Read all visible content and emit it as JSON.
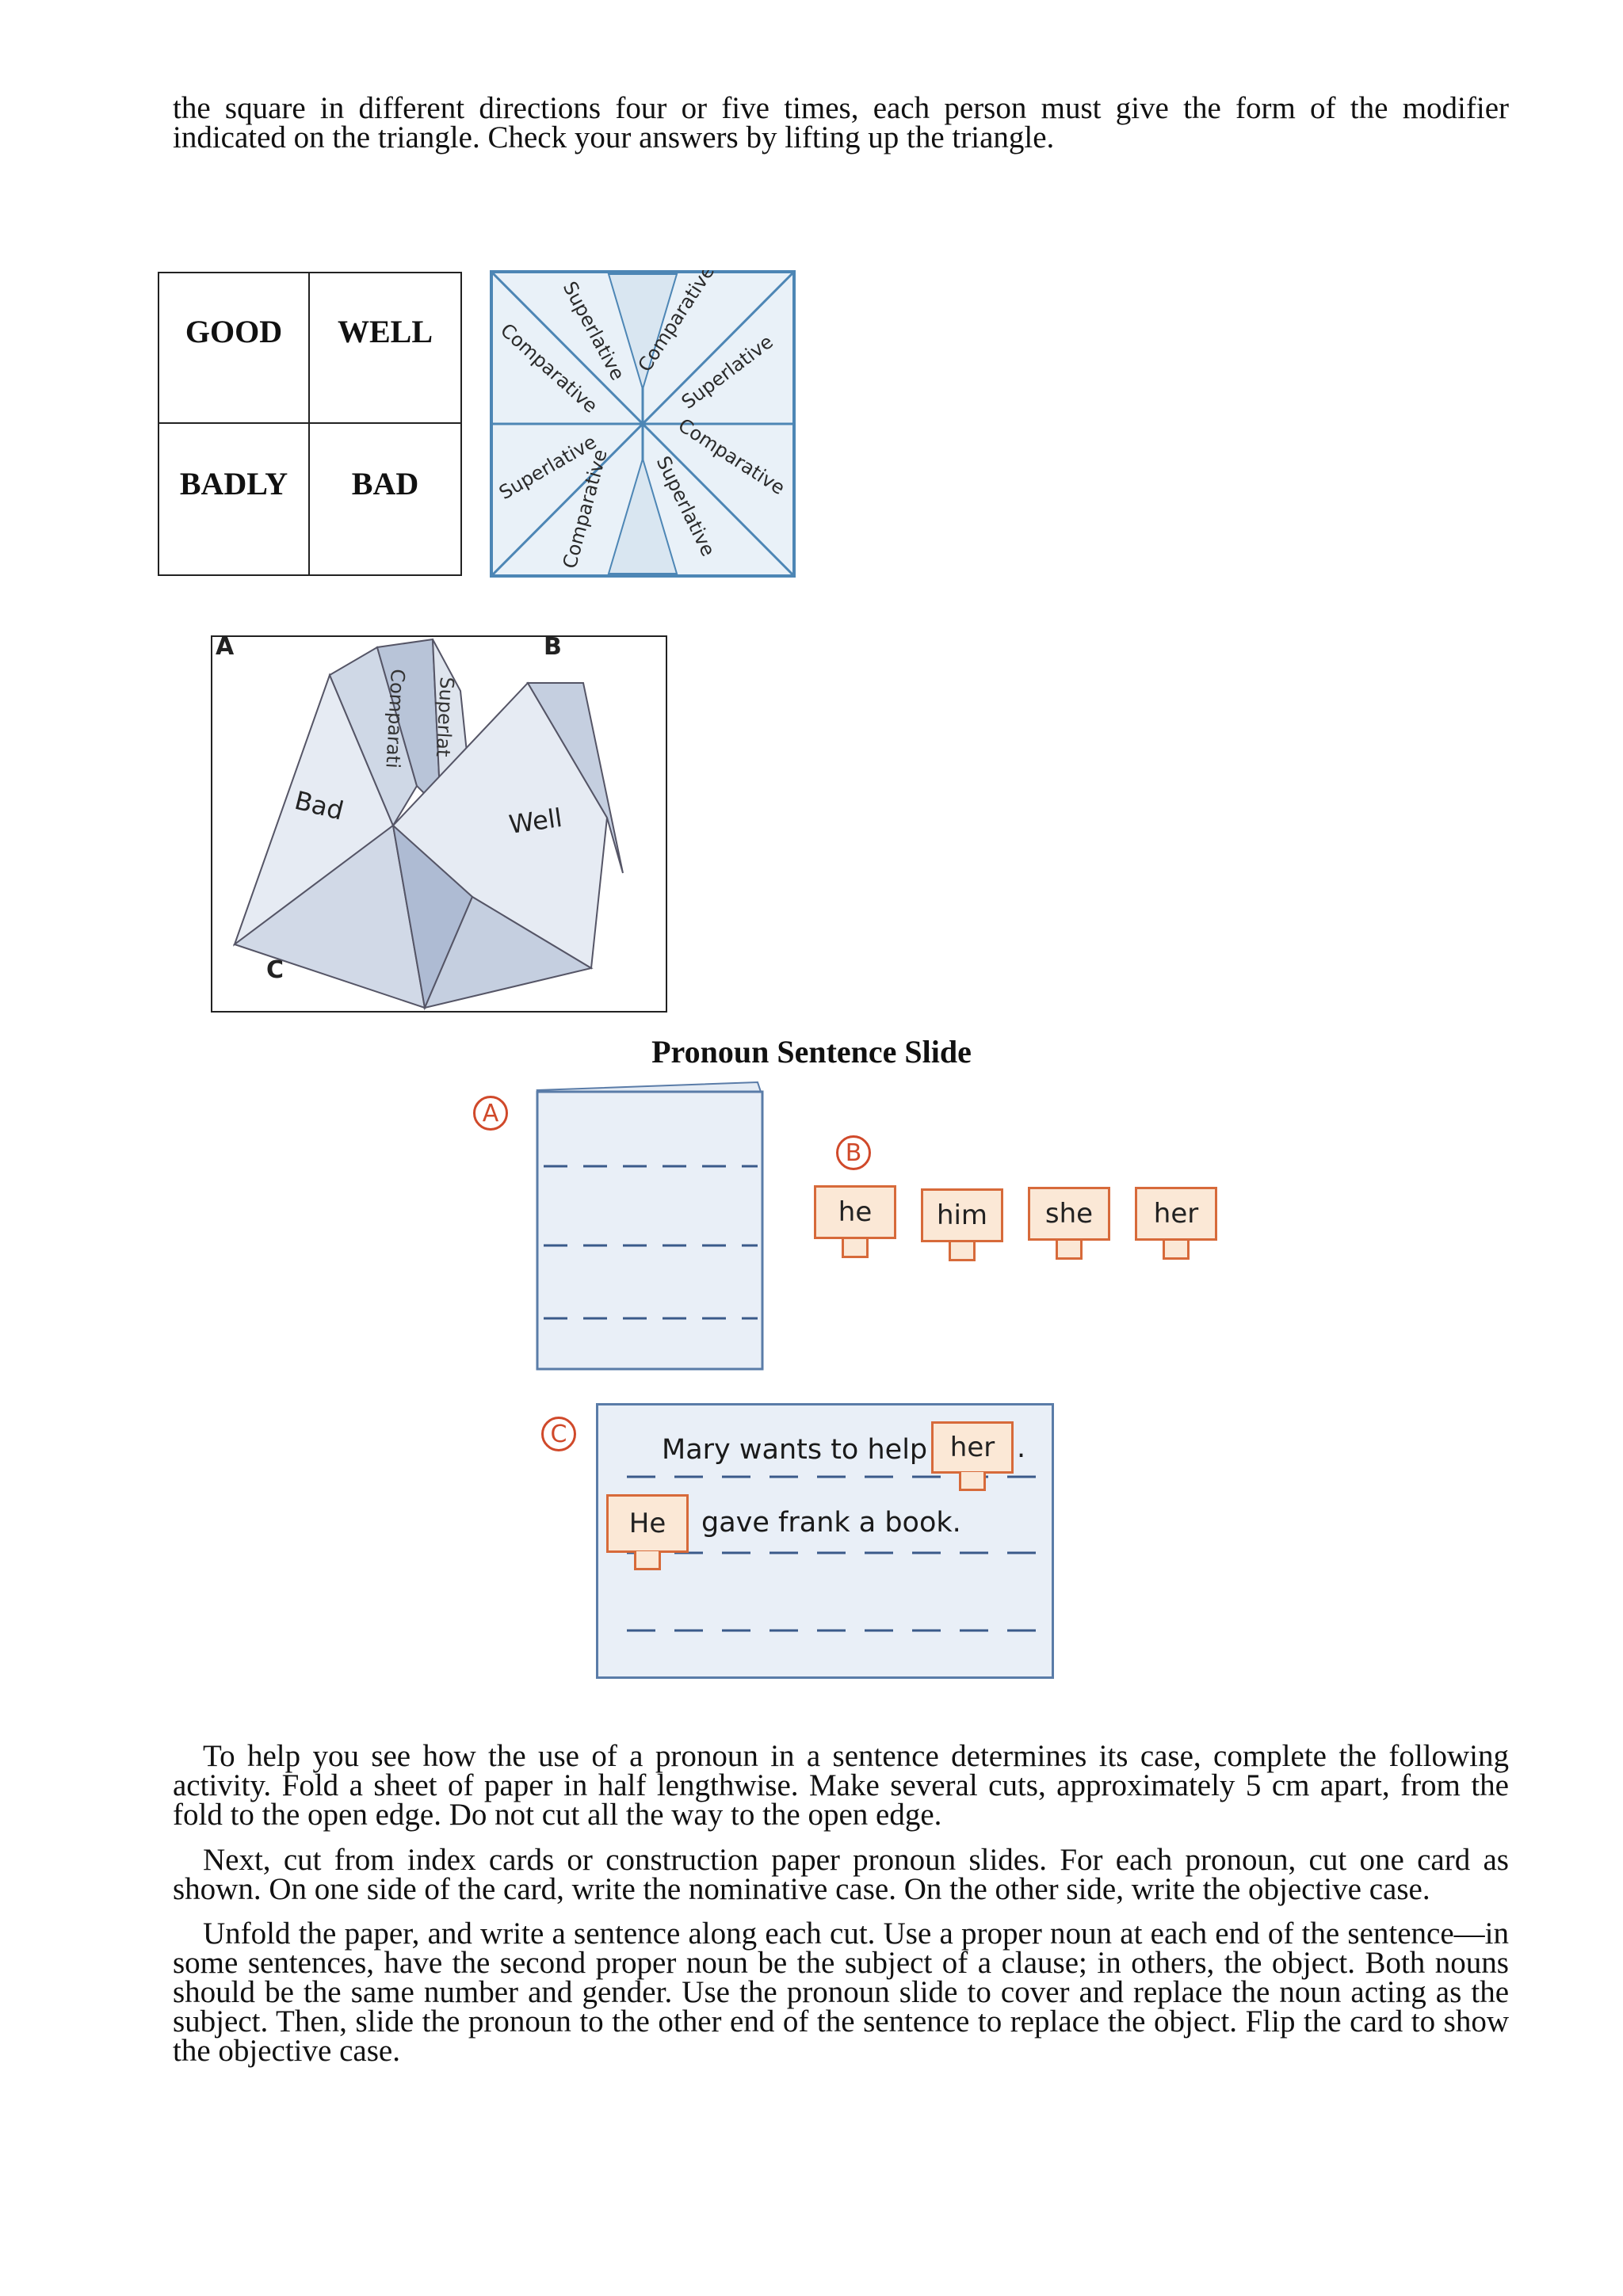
{
  "intro_text": "the square in different directions four or five times, each person must give the form of the modifier indicated on the triangle. Check your answers by lifting up the triangle.",
  "word_grid": {
    "cells": [
      "GOOD",
      "WELL",
      "BADLY",
      "BAD"
    ]
  },
  "fold_square": {
    "labels": [
      "Superlative",
      "Comparative",
      "Comparative",
      "Superlative",
      "Superlative",
      "Comparative",
      "Comparative",
      "Superlative"
    ]
  },
  "fortune_teller": {
    "letters": [
      "A",
      "B",
      "C"
    ],
    "words": [
      "Bad",
      "Well"
    ],
    "flap_labels": [
      "Comparati",
      "Superlat"
    ]
  },
  "slide_figure": {
    "title": "Pronoun Sentence Slide",
    "markers": [
      "A",
      "B",
      "C"
    ],
    "pronouns": [
      "he",
      "him",
      "she",
      "her"
    ],
    "sentence1": "Mary wants to help",
    "sentence1_pronoun": "her",
    "sentence1_end": ".",
    "sentence2_pronoun": "He",
    "sentence2": "gave frank a book."
  },
  "paragraphs": [
    "To help you see how the use of a pronoun in a sentence determines its case, complete the following activity. Fold a sheet of paper in half lengthwise. Make several cuts, approximately  5 cm apart, from the fold to the open edge. Do not cut all the way to the open edge.",
    "Next, cut from index cards or construction paper pronoun slides. For each pronoun, cut one card as shown. On one side of the card, write the nominative case. On the other side, write the objective case.",
    "Unfold the paper, and write a sentence along each cut. Use a proper noun at each end of the sentence—in some sentences, have the second proper noun be the subject of a clause; in others, the object. Both nouns should be the same number and gender. Use the pronoun slide to cover and replace the noun acting as the subject. Then, slide the pronoun to the other end of the sentence to replace the object. Flip the card to show the objective case."
  ]
}
